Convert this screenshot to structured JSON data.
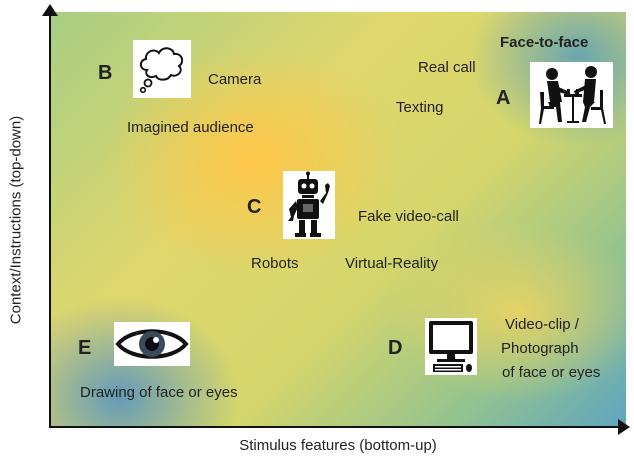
{
  "axes": {
    "y_label": "Context/Instructions (top-down)",
    "x_label": "Stimulus features (bottom-up)"
  },
  "quadrants": {
    "A": {
      "letter": "A",
      "title": "Face-to-face",
      "items": [
        "Real call",
        "Texting"
      ],
      "icon": "people-at-table-icon"
    },
    "B": {
      "letter": "B",
      "items": [
        "Camera",
        "Imagined audience"
      ],
      "icon": "thought-cloud-icon"
    },
    "C": {
      "letter": "C",
      "items": [
        "Fake video-call",
        "Robots",
        "Virtual-Reality"
      ],
      "icon": "robot-icon"
    },
    "D": {
      "letter": "D",
      "lines": [
        "Video-clip /",
        "Photograph",
        "of face or eyes"
      ],
      "icon": "computer-icon"
    },
    "E": {
      "letter": "E",
      "items": [
        "Drawing of face or eyes"
      ],
      "icon": "eye-icon"
    }
  },
  "colors": {
    "axis": "#111111",
    "warm": "#ffc646",
    "cool": "#468cce"
  }
}
